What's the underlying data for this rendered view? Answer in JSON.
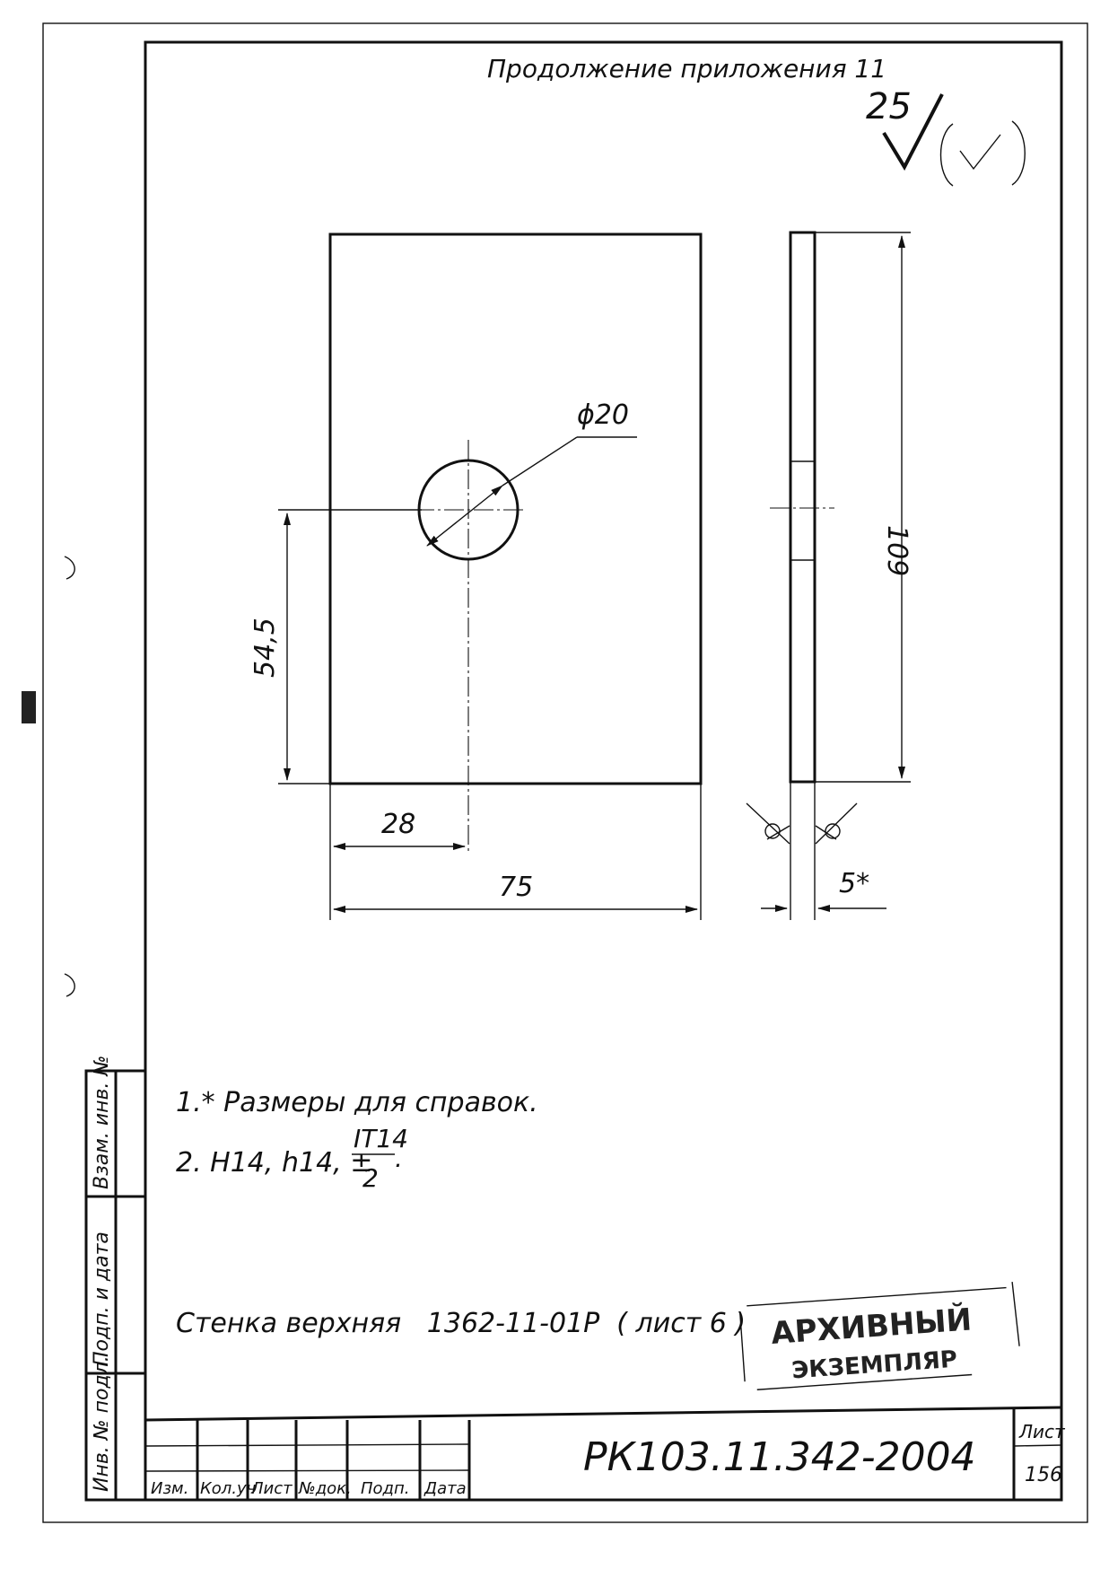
{
  "header": {
    "continuation": "Продолжение приложения 11"
  },
  "roughness": {
    "value": "25"
  },
  "dimensions": {
    "diameter": "ϕ20",
    "height": "109",
    "hole_offset_v": "54,5",
    "hole_offset_h": "28",
    "width": "75",
    "thickness": "5*"
  },
  "notes": {
    "note1": "1.* Размеры для справок.",
    "note2_prefix": "2. H14, h14, ±",
    "note2_numerator": "IT14",
    "note2_denominator": "2",
    "note2_suffix": "."
  },
  "part_name": "Стенка верхняя   1362-11-01Р  ( лист 6 )",
  "stamp": {
    "line1": "АРХИВНЫЙ",
    "line2": "ЭКЗЕМПЛЯР"
  },
  "side_columns": {
    "col1": "Инв. № подл.",
    "col2": "Подп. и дата",
    "col3": "Взам. инв. №"
  },
  "title_block": {
    "headers": [
      "Изм.",
      "Кол.уч",
      "Лист",
      "№док.",
      "Подп.",
      "Дата"
    ],
    "doc_number": "РК103.11.342-2004",
    "sheet_label": "Лист",
    "sheet_number": "156"
  }
}
